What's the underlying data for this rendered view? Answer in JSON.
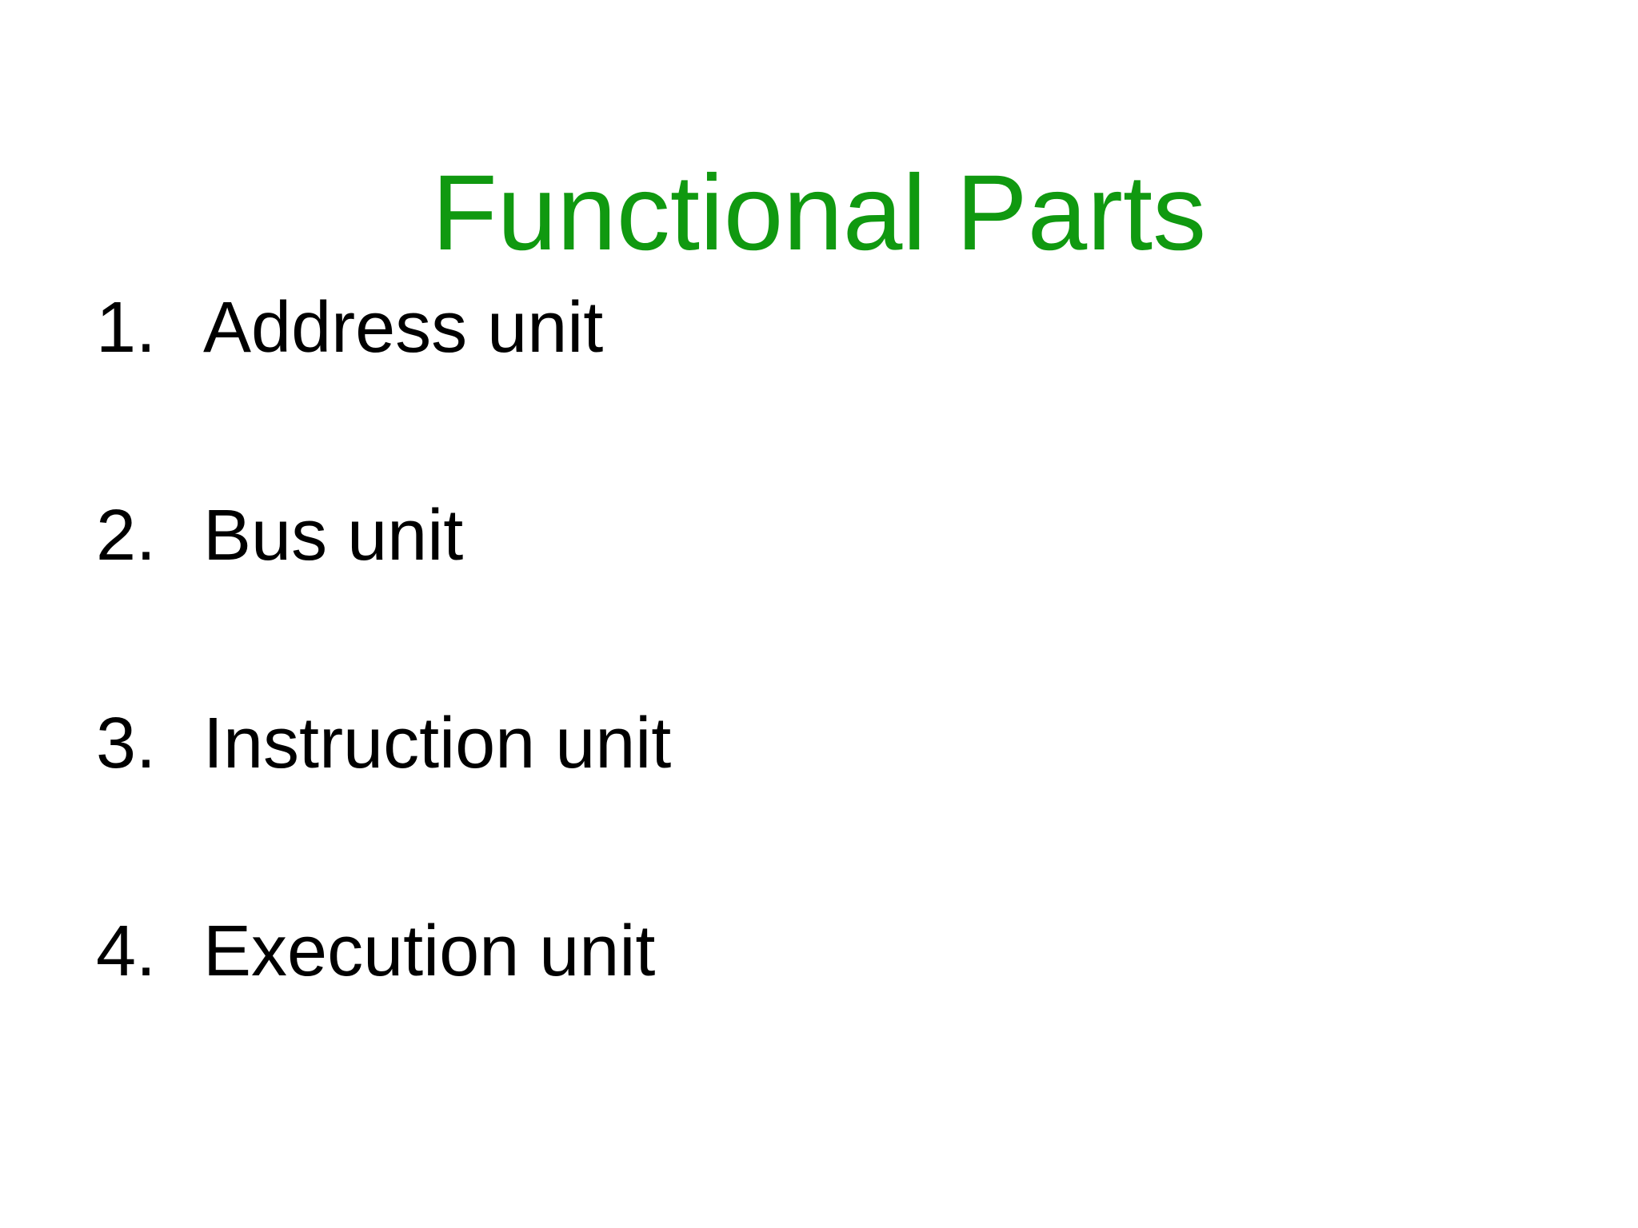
{
  "slide": {
    "background_color": "#ffffff",
    "title": {
      "text": "Functional Parts",
      "color": "#109910"
    },
    "list": {
      "type": "numbered",
      "text_color": "#000000",
      "items": [
        {
          "number": "1.",
          "label": "Address unit"
        },
        {
          "number": "2.",
          "label": "Bus unit"
        },
        {
          "number": "3.",
          "label": "Instruction unit"
        },
        {
          "number": "4.",
          "label": "Execution unit"
        }
      ]
    }
  }
}
